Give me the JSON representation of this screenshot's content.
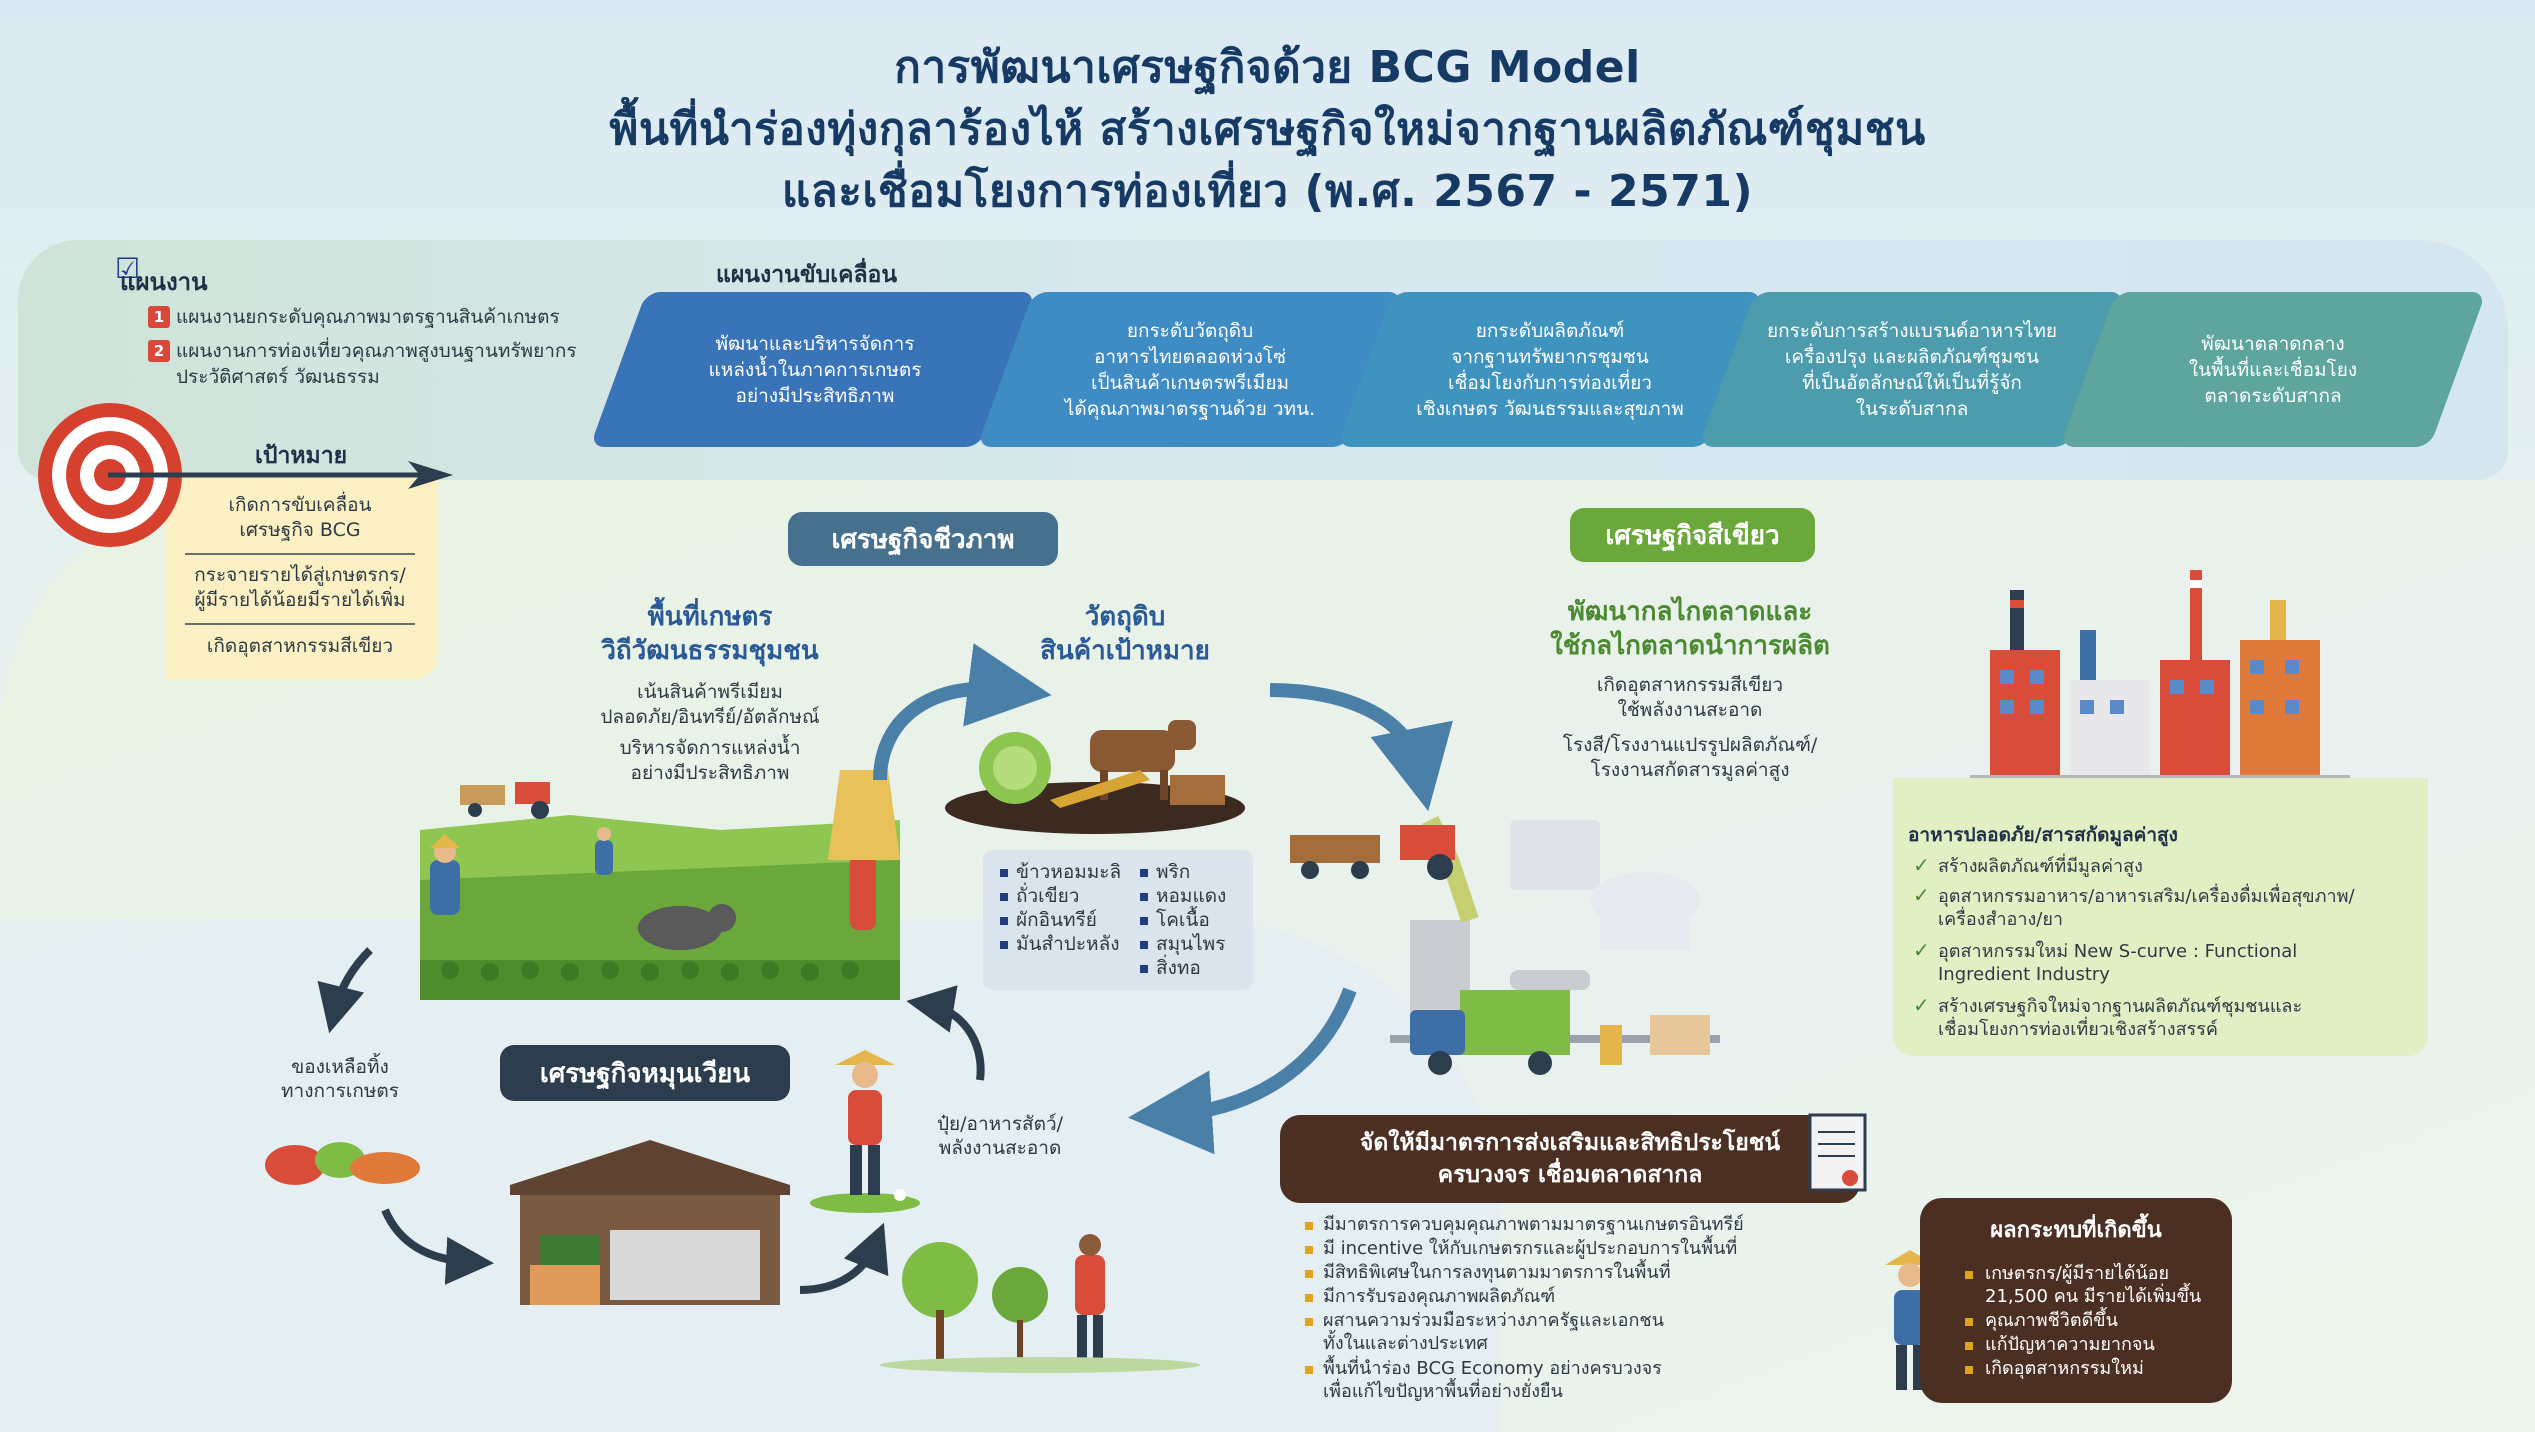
{
  "title": {
    "line1": "การพัฒนาเศรษฐกิจด้วย BCG Model",
    "line2": "พื้นที่นำร่องทุ่งกุลาร้องไห้ สร้างเศรษฐกิจใหม่จากฐานผลิตภัณฑ์ชุมชน",
    "line3": "และเชื่อมโยงการท่องเที่ยว (พ.ศ. 2567 - 2571)"
  },
  "plan": {
    "title": "แผนงาน",
    "items": [
      {
        "num": "1",
        "text": "แผนงานยกระดับคุณภาพมาตรฐานสินค้าเกษตร"
      },
      {
        "num": "2",
        "text": "แผนงานการท่องเที่ยวคุณภาพสูงบนฐานทรัพยากร\nประวัติศาสตร์ วัฒนธรรม"
      }
    ]
  },
  "goal": {
    "title": "เป้าหมาย",
    "items": [
      "เกิดการขับเคลื่อน\nเศรษฐกิจ BCG",
      "กระจายรายได้สู่เกษตรกร/\nผู้มีรายได้น้อยมีรายได้เพิ่ม",
      "เกิดอุตสาหกรรมสีเขียว"
    ]
  },
  "drive": {
    "title": "แผนงานขับเคลื่อน",
    "cards": [
      {
        "text": "พัฒนาและบริหารจัดการ\nแหล่งน้ำในภาคการเกษตร\nอย่างมีประสิทธิภาพ",
        "color": "#3a74b8"
      },
      {
        "text": "ยกระดับวัตถุดิบ\nอาหารไทยตลอดห่วงโซ่\nเป็นสินค้าเกษตรพรีเมียม\nได้คุณภาพมาตรฐานด้วย วทน.",
        "color": "#3f8bc4"
      },
      {
        "text": "ยกระดับผลิตภัณฑ์\nจากฐานทรัพยากรชุมชน\nเชื่อมโยงกับการท่องเที่ยว\nเชิงเกษตร วัฒนธรรมและสุขภาพ",
        "color": "#3f93bf"
      },
      {
        "text": "ยกระดับการสร้างแบรนด์อาหารไทย\nเครื่องปรุง และผลิตภัณฑ์ชุมชน\nที่เป็นอัตลักษณ์ให้เป็นที่รู้จัก\nในระดับสากล",
        "color": "#4d9cad"
      },
      {
        "text": "พัฒนาตลาดกลาง\nในพื้นที่และเชื่อมโยง\nตลาดระดับสากล",
        "color": "#5da59d"
      }
    ]
  },
  "bio": {
    "label": "เศรษฐกิจชีวภาพ",
    "farm_title": "พื้นที่เกษตร\nวิถีวัฒนธรรมชุมชน",
    "farm_text1": "เน้นสินค้าพรีเมียม\nปลอดภัย/อินทรีย์/อัตลักษณ์",
    "farm_text2": "บริหารจัดการแหล่งน้ำ\nอย่างมีประสิทธิภาพ",
    "raw_title": "วัตถุดิบ\nสินค้าเป้าหมาย",
    "crops_left": [
      "ข้าวหอมมะลิ",
      "ถั่วเขียว",
      "ผักอินทรีย์",
      "มันสำปะหลัง"
    ],
    "crops_right": [
      "พริก",
      "หอมแดง",
      "โคเนื้อ",
      "สมุนไพร",
      "สิ่งทอ"
    ]
  },
  "green": {
    "label": "เศรษฐกิจสีเขียว",
    "title": "พัฒนากลไกตลาดและ\nใช้กลไกตลาดนำการผลิต",
    "text1": "เกิดอุตสาหกรรมสีเขียว\nใช้พลังงานสะอาด",
    "text2": "โรงสี/โรงงานแปรรูปผลิตภัณฑ์/\nโรงงานสกัดสารมูลค่าสูง",
    "box_title": "อาหารปลอดภัย/สารสกัดมูลค่าสูง",
    "box_items": [
      "สร้างผลิตภัณฑ์ที่มีมูลค่าสูง",
      "อุตสาหกรรมอาหาร/อาหารเสริม/เครื่องดื่มเพื่อสุขภาพ/\nเครื่องสำอาง/ยา",
      "อุตสาหกรรมใหม่ New S-curve : Functional\nIngredient Industry",
      "สร้างเศรษฐกิจใหม่จากฐานผลิตภัณฑ์ชุมชนและ\nเชื่อมโยงการท่องเที่ยวเชิงสร้างสรรค์"
    ]
  },
  "circular": {
    "label": "เศรษฐกิจหมุนเวียน",
    "waste": "ของเหลือทิ้ง\nทางการเกษตร",
    "output": "ปุ๋ย/อาหารสัตว์/\nพลังงานสะอาด"
  },
  "measures": {
    "title": "จัดให้มีมาตรการส่งเสริมและสิทธิประโยชน์\nครบวงจร เชื่อมตลาดสากล",
    "items": [
      "มีมาตรการควบคุมคุณภาพตามมาตรฐานเกษตรอินทรีย์",
      "มี incentive ให้กับเกษตรกรและผู้ประกอบการในพื้นที่",
      "มีสิทธิพิเศษในการลงทุนตามมาตรการในพื้นที่",
      "มีการรับรองคุณภาพผลิตภัณฑ์",
      "ผสานความร่วมมือระหว่างภาครัฐและเอกชน\nทั้งในและต่างประเทศ",
      "พื้นที่นำร่อง BCG Economy อย่างครบวงจร\nเพื่อแก้ไขปัญหาพื้นที่อย่างยั่งยืน"
    ]
  },
  "impact": {
    "title": "ผลกระทบที่เกิดขึ้น",
    "items": [
      "เกษตรกร/ผู้มีรายได้น้อย\n21,500 คน มีรายได้เพิ่มขึ้น",
      "คุณภาพชีวิตดีขึ้น",
      "แก้ปัญหาความยากจน",
      "เกิดอุตสาหกรรมใหม่"
    ]
  },
  "colors": {
    "bio_pill": "#47708f",
    "green_pill": "#6aa83c",
    "circular_pill": "#2c3e4e",
    "arrow": "#4a7fa8"
  }
}
